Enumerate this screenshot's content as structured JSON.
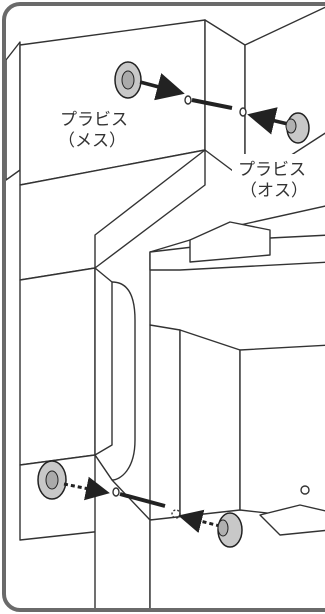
{
  "labels": {
    "female_name": "プラビス",
    "female_kind": "（メス）",
    "male_name": "プラビス",
    "male_kind": "（オス）"
  },
  "colors": {
    "frame": "#6a6a6a",
    "line": "#333333",
    "fill": "#ffffff",
    "gray": "#c8c8c8"
  }
}
